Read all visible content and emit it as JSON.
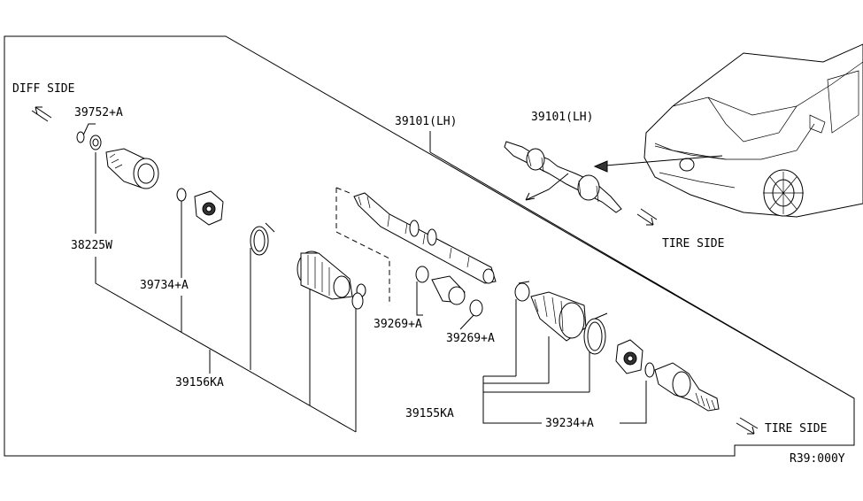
{
  "labels": {
    "diff_side": "DIFF SIDE",
    "tire_side_upper": "TIRE SIDE",
    "tire_side_lower": "TIRE SIDE",
    "figure_code": "R39:000Y"
  },
  "part_numbers": {
    "p39752": "39752+A",
    "p38225": "38225W",
    "p39734": "39734+A",
    "p39156": "39156KA",
    "p39101_main": "39101(LH)",
    "p39101_inset": "39101(LH)",
    "p39269_a": "39269+A",
    "p39269_b": "39269+A",
    "p39155": "39155KA",
    "p39234": "39234+A"
  },
  "icons": [
    "diff-side-arrow-icon",
    "tire-side-arrow-icon",
    "vehicle-illustration"
  ],
  "colors": {
    "line": "#000000",
    "background": "#ffffff"
  }
}
